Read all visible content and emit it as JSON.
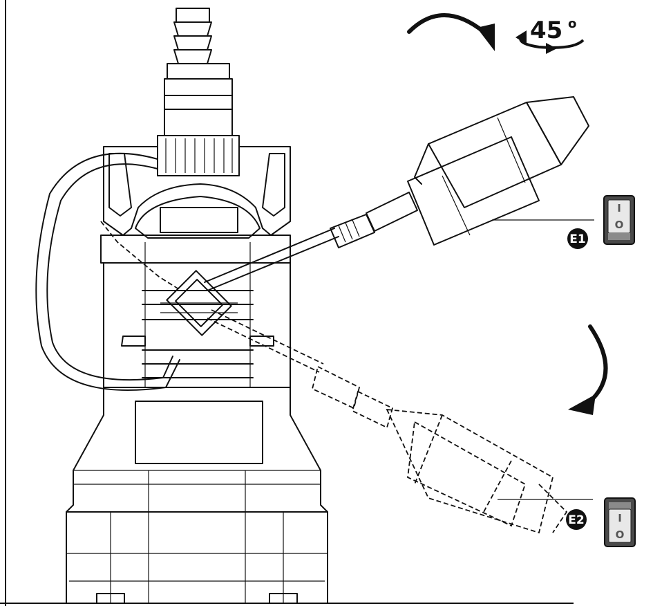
{
  "rotation": {
    "angle_label": "45",
    "degree_sign": "o"
  },
  "position_e1": {
    "label": "E1",
    "switch_top": "I",
    "switch_bottom": "O",
    "switch_state": "on"
  },
  "position_e2": {
    "label": "E2",
    "switch_top": "I",
    "switch_bottom": "O",
    "switch_state": "off"
  },
  "colors": {
    "line": "#111111",
    "switch_body": "#4a4a4a",
    "switch_face_lit": "#e8e8e8",
    "switch_face_dark": "#9a9a9a",
    "badge": "#111111"
  }
}
